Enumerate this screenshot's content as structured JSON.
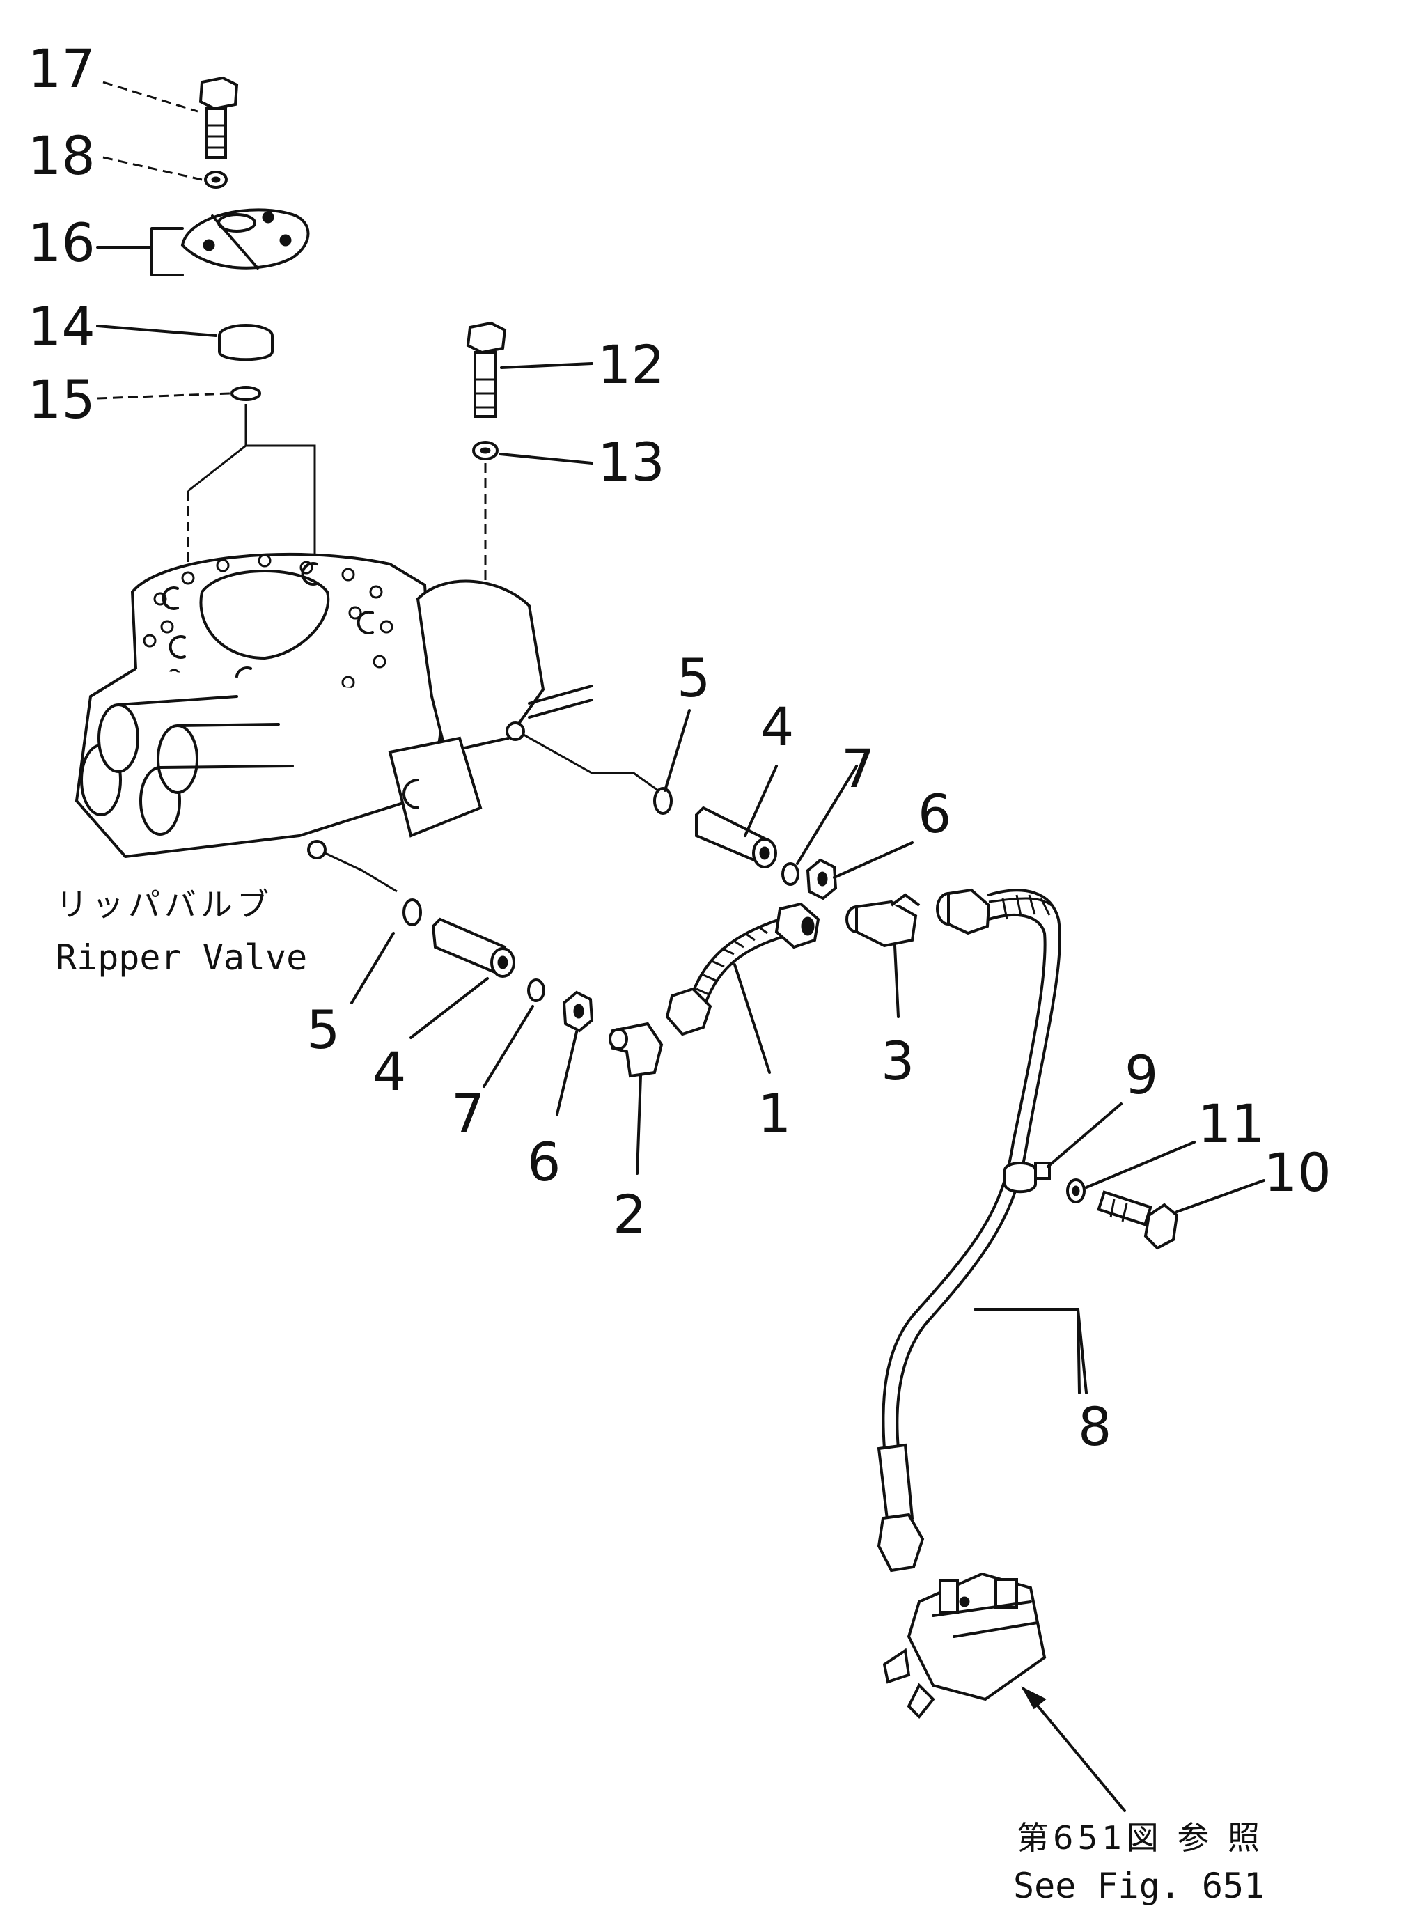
{
  "parts": {
    "p17": "17",
    "p18": "18",
    "p16": "16",
    "p14": "14",
    "p15": "15",
    "p12": "12",
    "p13": "13",
    "p5a": "5",
    "p4a": "4",
    "p7a": "7",
    "p6a": "6",
    "p5b": "5",
    "p4b": "4",
    "p7b": "7",
    "p6b": "6",
    "p1": "1",
    "p2": "2",
    "p3": "3",
    "p9": "9",
    "p11": "11",
    "p10": "10",
    "p8": "8"
  },
  "labels": {
    "ripper_jp": "リッパバルブ",
    "ripper_en": "Ripper  Valve",
    "see_jp": "第651図 参 照",
    "see_en": "See  Fig. 651"
  }
}
